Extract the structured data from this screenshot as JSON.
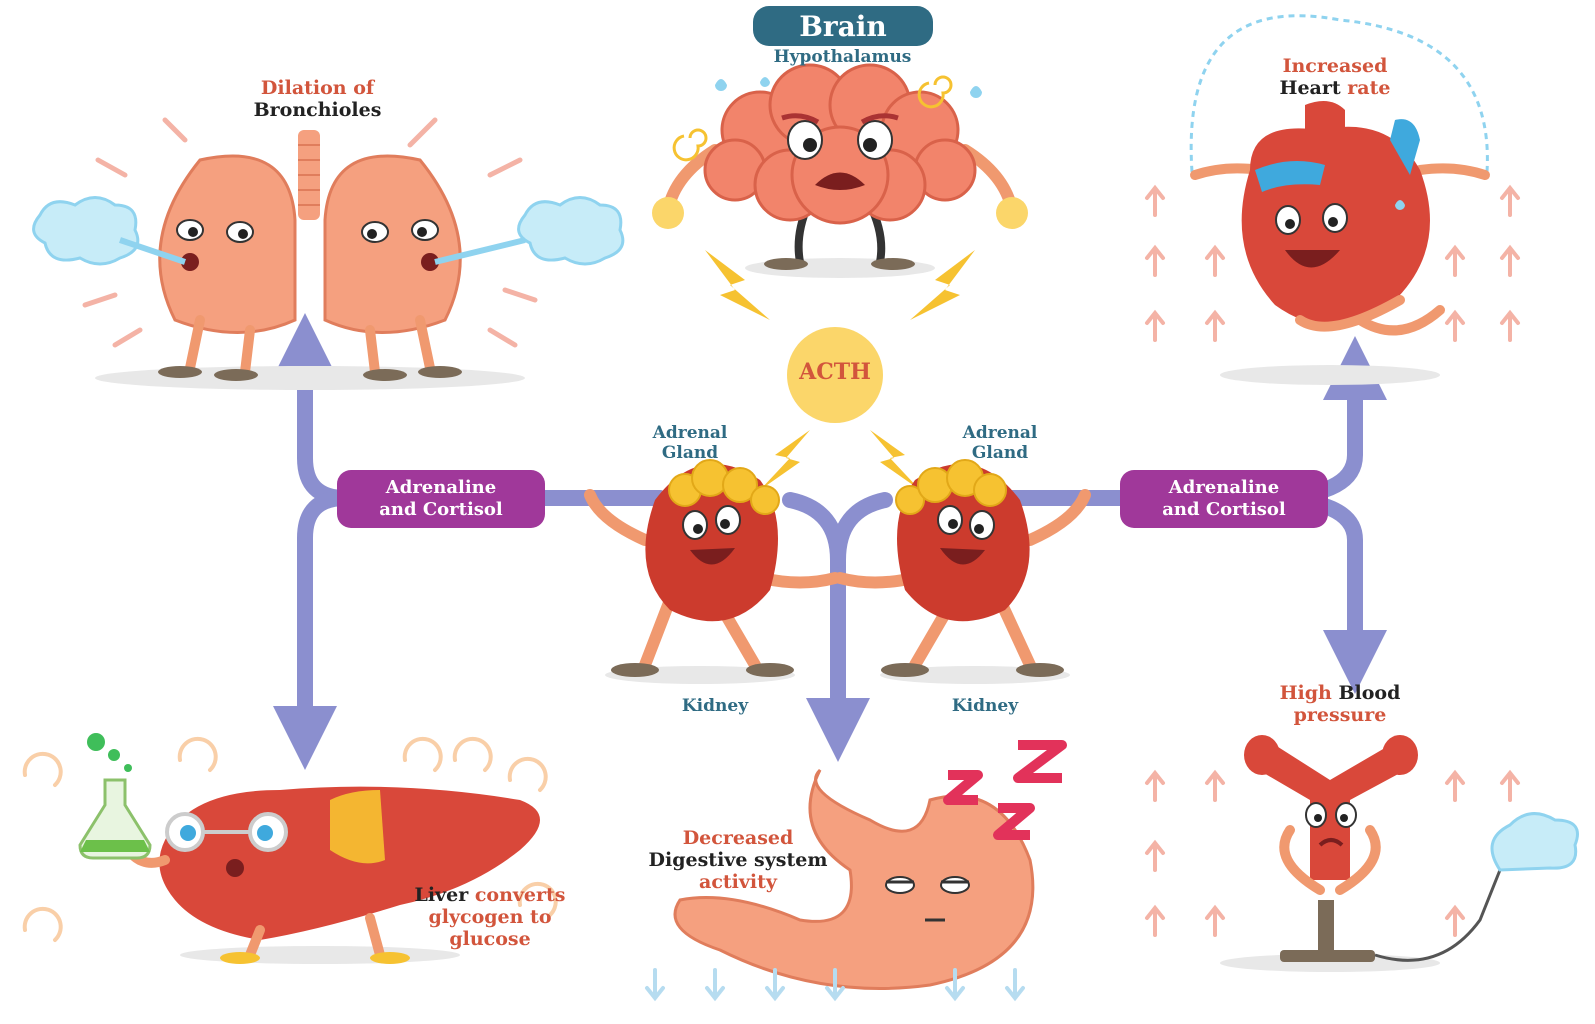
{
  "brain": {
    "title": "Brain",
    "subtitle": "Hypothalamus"
  },
  "acth": "ACTH",
  "adrenal_left": {
    "line1": "Adrenal",
    "line2": "Gland"
  },
  "adrenal_right": {
    "line1": "Adrenal",
    "line2": "Gland"
  },
  "kidney_left": "Kidney",
  "kidney_right": "Kidney",
  "pill_left": {
    "line1": "Adrenaline",
    "line2": "and Cortisol"
  },
  "pill_right": {
    "line1": "Adrenaline",
    "line2": "and Cortisol"
  },
  "lungs": {
    "line1": "Dilation of",
    "line2": "Bronchioles"
  },
  "heart": {
    "line1": "Increased",
    "line2a": "Heart",
    "line2b": "rate"
  },
  "blood_pressure": {
    "line1a": "High",
    "line1b": "Blood",
    "line2": "pressure"
  },
  "digestion": {
    "line1": "Decreased",
    "line2": "Digestive system",
    "line3": "activity"
  },
  "liver": {
    "line1a": "Liver",
    "line1b": "converts",
    "line2": "glycogen to",
    "line3": "glucose"
  },
  "stomach_zzz": "Z Z Z",
  "colors": {
    "arrow": "#8b8fcf",
    "pill": "#a0389a",
    "brain_pill": "#2f6b83",
    "acth_sun": "#fbd66a",
    "highlight_red": "#d2553c",
    "lightning": "#f6c231"
  }
}
